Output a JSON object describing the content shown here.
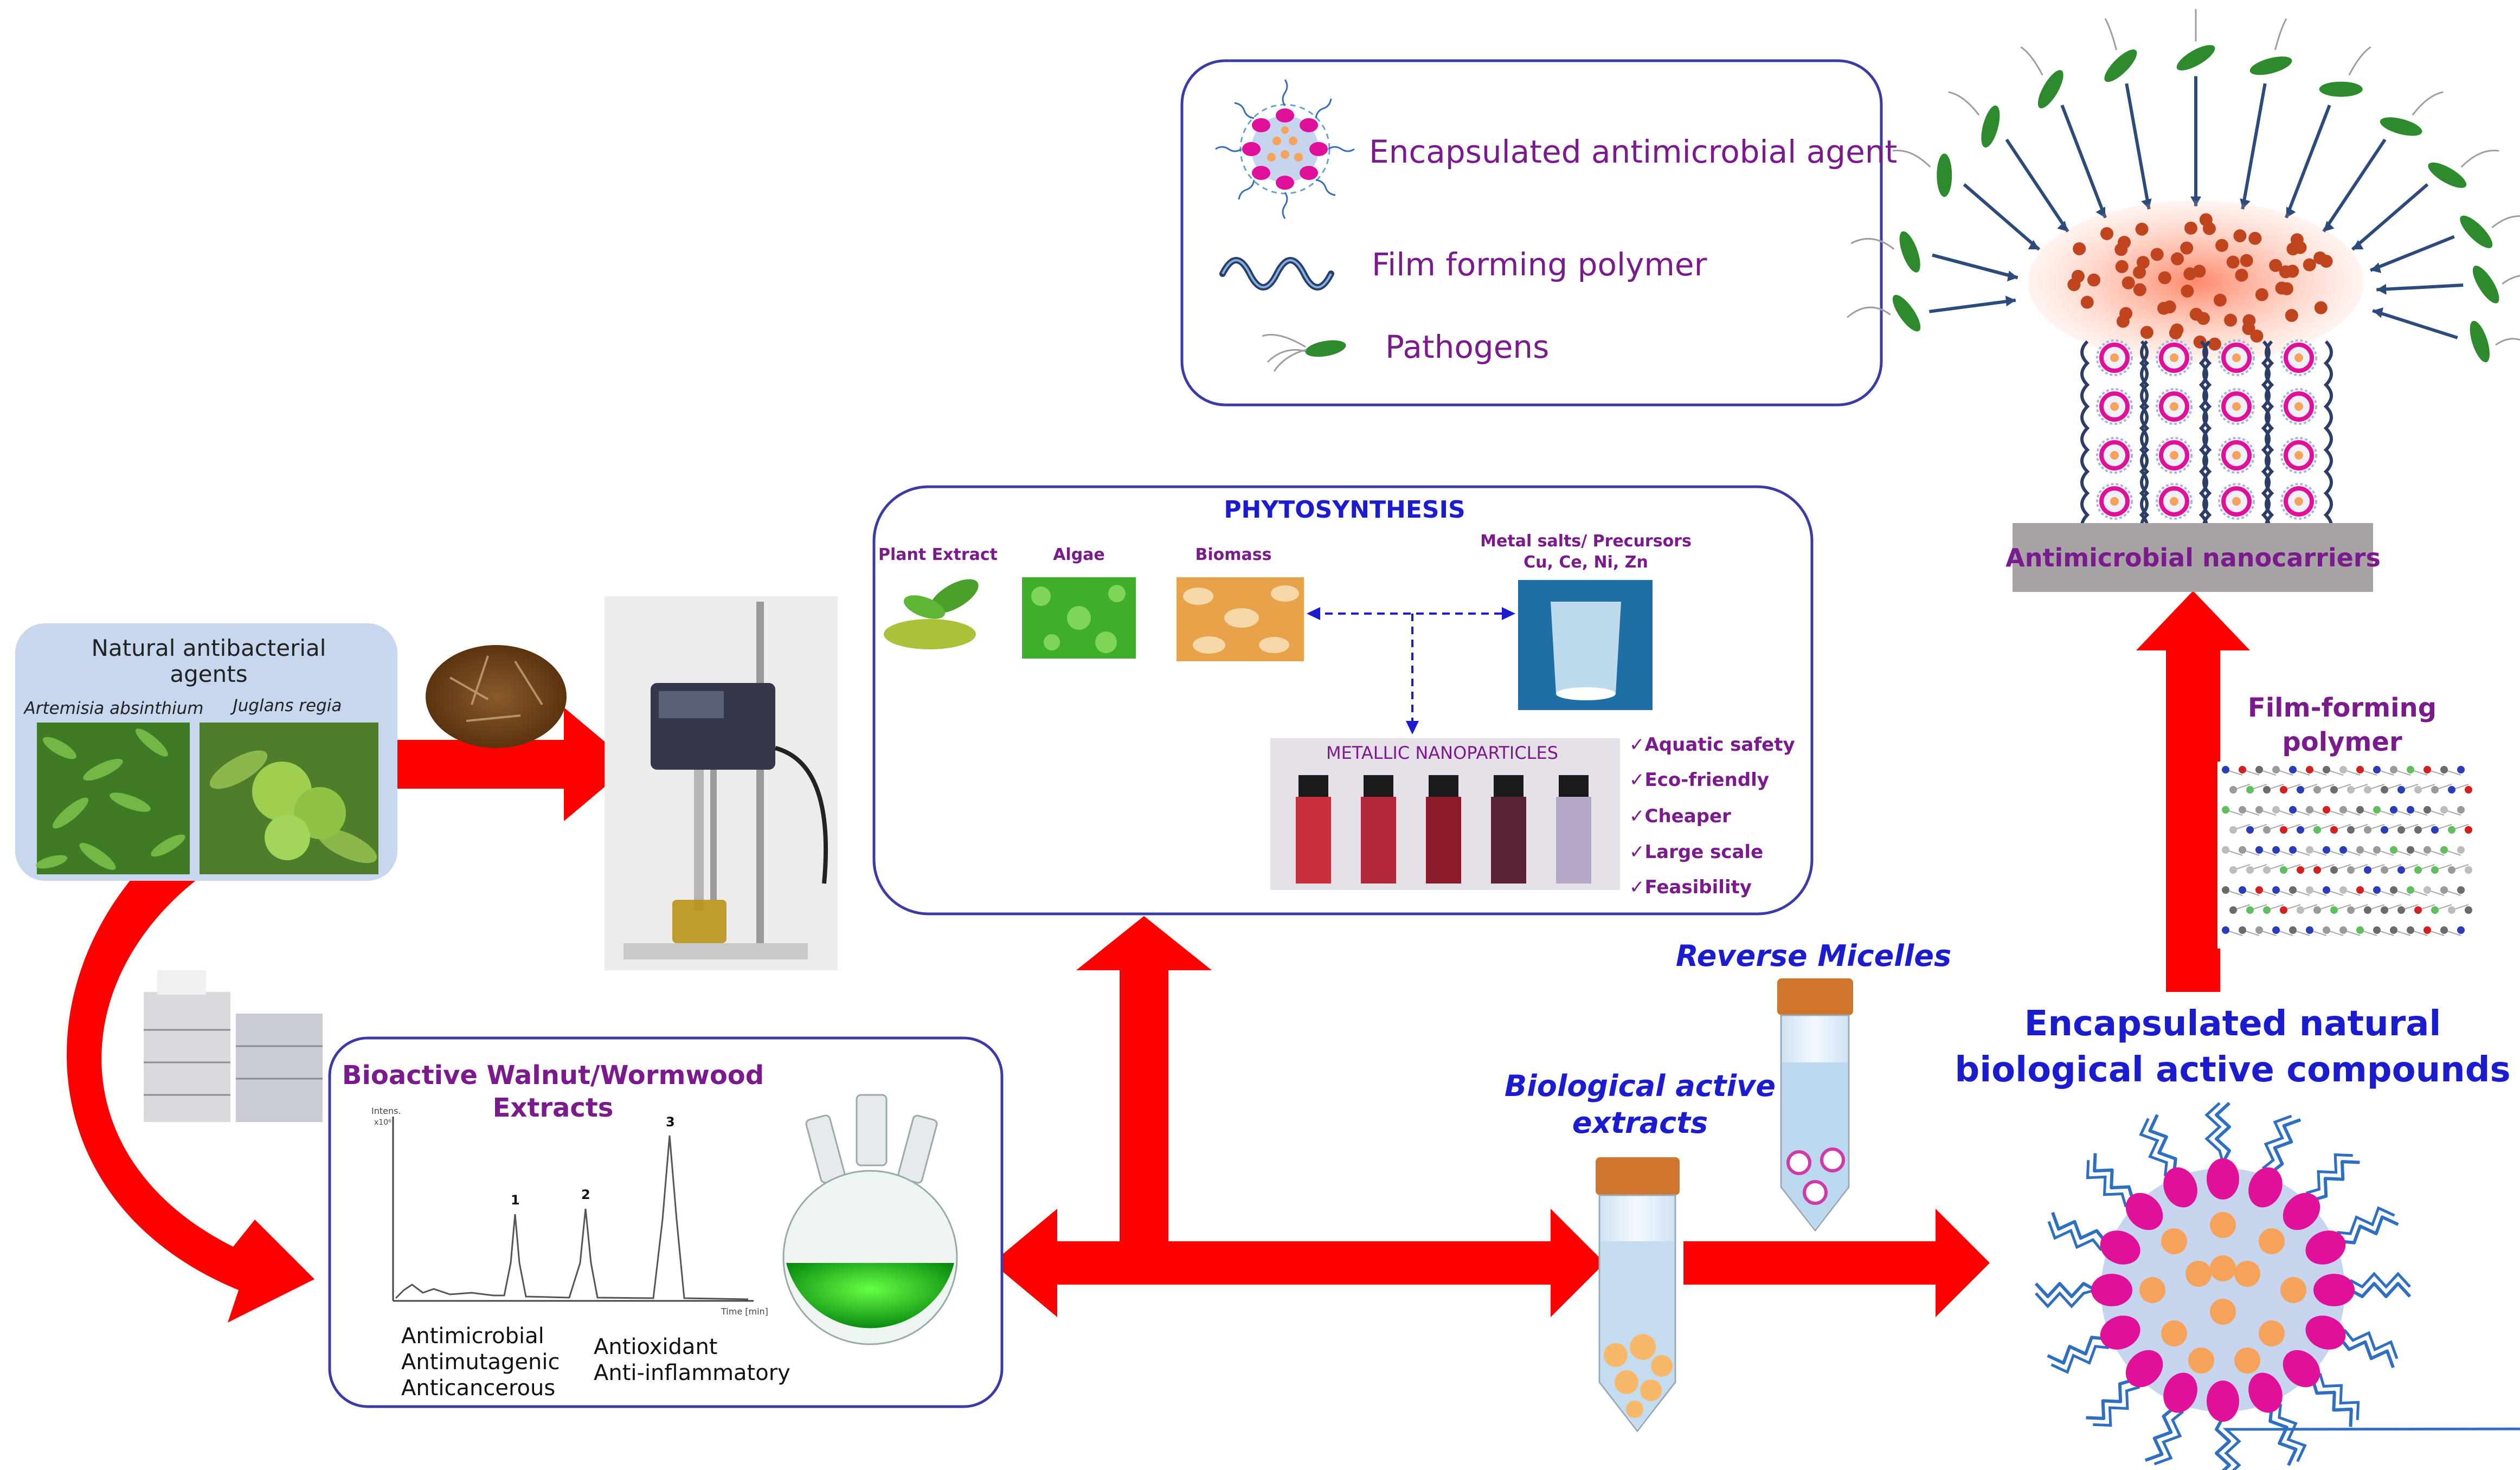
{
  "legend": {
    "items": [
      {
        "icon": "micelle-icon",
        "label": "Encapsulated antimicrobial agent"
      },
      {
        "icon": "polymer-wave-icon",
        "label": "Film forming polymer"
      },
      {
        "icon": "pathogen-icon",
        "label": "Pathogens"
      }
    ]
  },
  "natural_agents": {
    "title_line1": "Natural antibacterial",
    "title_line2": "agents",
    "plant1": "Artemisia absinthium",
    "plant2": "Juglans regia"
  },
  "phytosynthesis": {
    "title": "PHYTOSYNTHESIS",
    "sources": [
      "Plant Extract",
      "Algae",
      "Biomass"
    ],
    "metal_line1": "Metal salts/ Precursors",
    "metal_line2": "Cu, Ce, Ni, Zn",
    "nanoparticles_label": "METALLIC NANOPARTICLES",
    "advantages": [
      "✓Aquatic safety",
      "✓Eco-friendly",
      "✓Cheaper",
      "✓Large scale",
      "✓Feasibility"
    ]
  },
  "bioactive": {
    "title_line1": "Bioactive Walnut/Wormwood",
    "title_line2": "Extracts",
    "chrom_y_label": "Intens.",
    "chrom_y_exp": "x10⁶",
    "chrom_x_label": "Time [min]",
    "peaks": [
      "1",
      "2",
      "3"
    ],
    "props_left": [
      "Antimicrobial",
      "Antimutagenic",
      "Anticancerous"
    ],
    "props_right": [
      "Antioxidant",
      "Anti-inflammatory"
    ]
  },
  "labels": {
    "reverse_micelles": "Reverse Micelles",
    "bio_extracts_line1": "Biological active",
    "bio_extracts_line2": "extracts",
    "encapsulated_line1": "Encapsulated natural",
    "encapsulated_line2": "biological active compounds",
    "film_polymer_line1": "Film-forming",
    "film_polymer_line2": "polymer",
    "nanocarriers": "Antimicrobial nanocarriers"
  },
  "colors": {
    "arrow_red": "#ff0000",
    "box_border": "#3b3ba8",
    "purple_text": "#7a1a8c",
    "blue_text": "#1b1bd0",
    "micelle_core": "#b8c7e6",
    "micelle_shell": "#e0109a",
    "micelle_dots": "#f5a35a"
  }
}
